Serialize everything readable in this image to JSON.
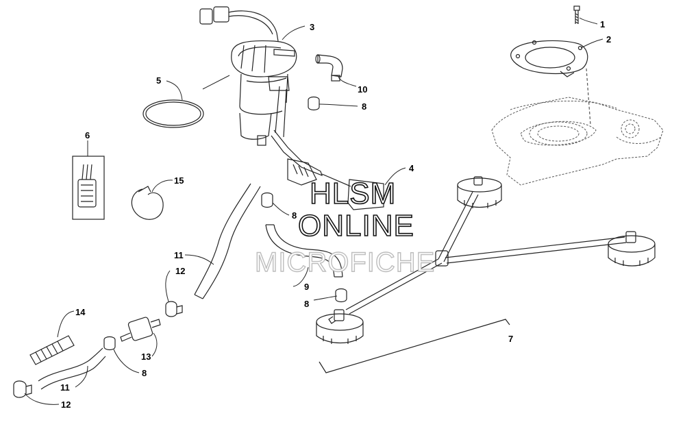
{
  "watermark": {
    "line1": "HLSM",
    "line2": "ONLINE",
    "line3": "MICROFICHE"
  },
  "callouts": [
    {
      "id": "c1",
      "label": "1"
    },
    {
      "id": "c2",
      "label": "2"
    },
    {
      "id": "c3",
      "label": "3"
    },
    {
      "id": "c4",
      "label": "4"
    },
    {
      "id": "c5",
      "label": "5"
    },
    {
      "id": "c6",
      "label": "6"
    },
    {
      "id": "c7",
      "label": "7"
    },
    {
      "id": "c8a",
      "label": "8"
    },
    {
      "id": "c8b",
      "label": "8"
    },
    {
      "id": "c8c",
      "label": "8"
    },
    {
      "id": "c8d",
      "label": "8"
    },
    {
      "id": "c9",
      "label": "9"
    },
    {
      "id": "c10",
      "label": "10"
    },
    {
      "id": "c11a",
      "label": "11"
    },
    {
      "id": "c11b",
      "label": "11"
    },
    {
      "id": "c12a",
      "label": "12"
    },
    {
      "id": "c12b",
      "label": "12"
    },
    {
      "id": "c13",
      "label": "13"
    },
    {
      "id": "c14",
      "label": "14"
    },
    {
      "id": "c15",
      "label": "15"
    }
  ]
}
